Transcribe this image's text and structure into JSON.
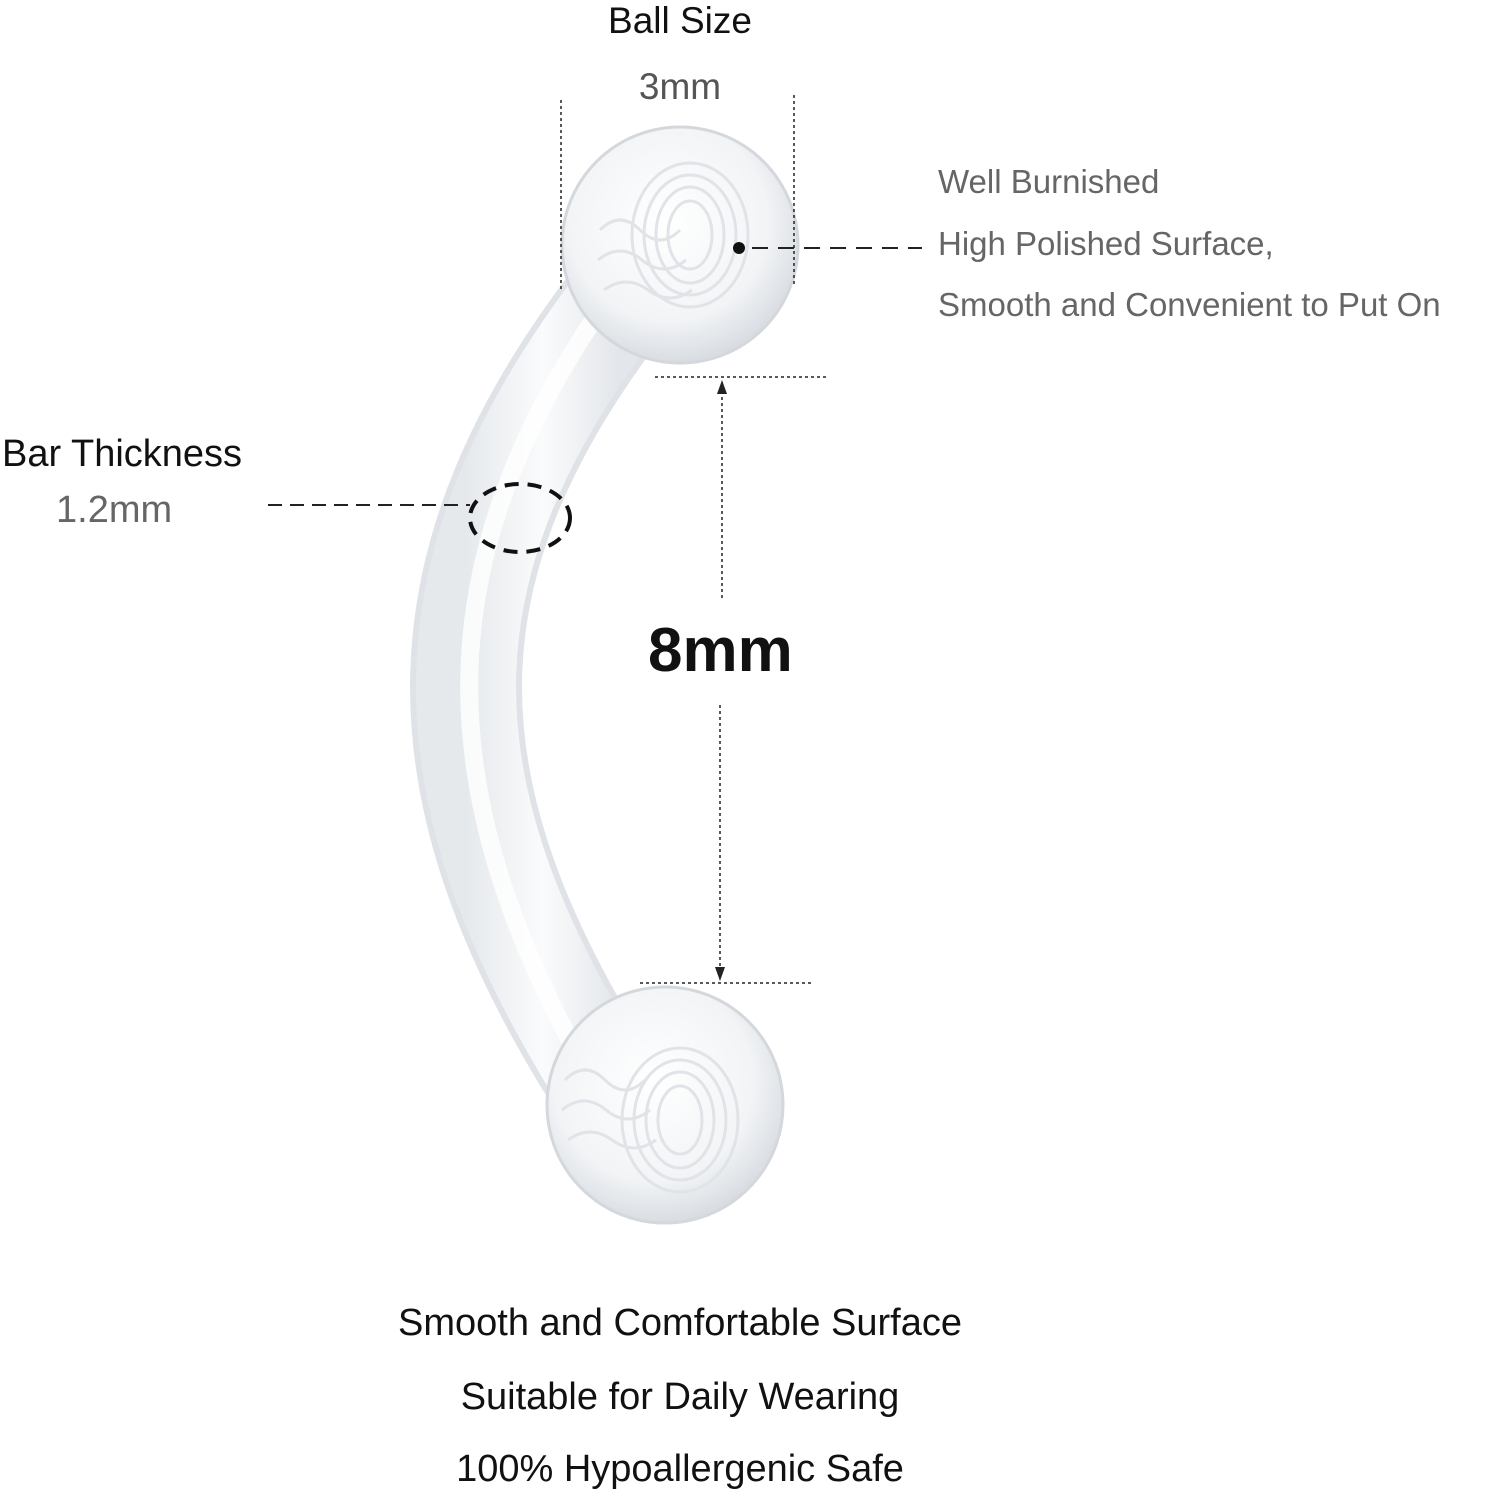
{
  "ball_size": {
    "title": "Ball Size",
    "value": "3mm"
  },
  "features": [
    "Well Burnished",
    "High Polished Surface,",
    "Smooth and Convenient to Put On"
  ],
  "bar_thickness": {
    "title": "Bar Thickness",
    "value": "1.2mm"
  },
  "length": "8mm",
  "bottom_lines": [
    "Smooth and Comfortable Surface",
    "Suitable for Daily Wearing",
    "100% Hypoallergenic Safe"
  ],
  "colors": {
    "background": "#ffffff",
    "heading_text": "#111111",
    "value_text": "#666666"
  }
}
